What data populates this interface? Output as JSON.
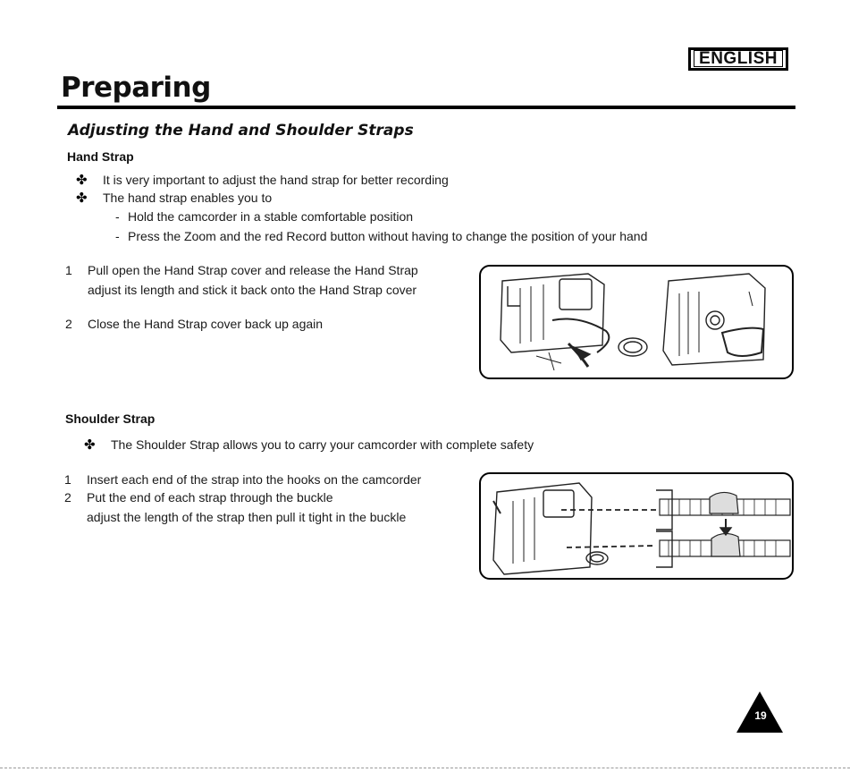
{
  "header": {
    "language_badge": "ENGLISH",
    "page_title": "Preparing"
  },
  "section": {
    "title": "Adjusting the Hand and Shoulder Straps"
  },
  "hand_strap": {
    "heading": "Hand Strap",
    "bullets": [
      "It is very important to adjust the hand strap for better recording",
      "The hand strap enables you to"
    ],
    "sub_items": [
      "Hold the camcorder in a stable comfortable position",
      "Press the Zoom and the red Record button without having to change the position of your hand"
    ],
    "steps": [
      {
        "number": "1",
        "lines": [
          "Pull open the Hand Strap cover and release the Hand Strap",
          "adjust its length and stick it back onto the Hand Strap cover"
        ]
      },
      {
        "number": "2",
        "lines": [
          "Close the Hand Strap cover back up again"
        ]
      }
    ]
  },
  "shoulder_strap": {
    "heading": "Shoulder Strap",
    "bullets": [
      "The Shoulder Strap allows you to carry your camcorder with complete safety"
    ],
    "steps": [
      {
        "number": "1",
        "lines": [
          "Insert each end of the strap into the hooks on the camcorder"
        ]
      },
      {
        "number": "2",
        "lines": [
          "Put the end of each strap through the buckle",
          "adjust the length of the strap then pull it tight in the buckle"
        ]
      }
    ]
  },
  "footer": {
    "page_number": "19"
  },
  "bullet_symbol": "✤"
}
